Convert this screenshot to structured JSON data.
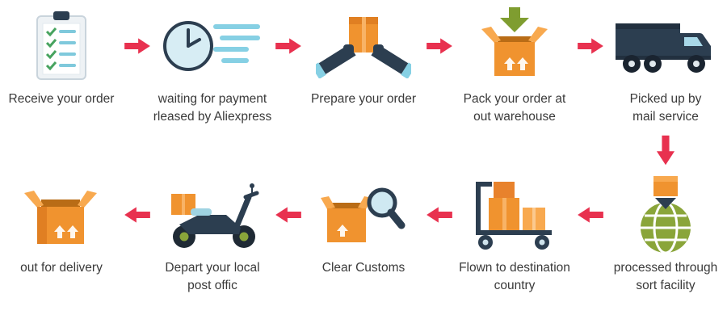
{
  "diagram": {
    "background": "#ffffff",
    "arrow_color": "#e8314f",
    "colors": {
      "box_orange": "#f0932f",
      "box_orange_light": "#f8a94f",
      "box_shadow_orange": "#b96c16",
      "navy": "#2c3e50",
      "teal_light": "#86d0e4",
      "olive_green": "#8aa53a",
      "check_green": "#47a35f"
    },
    "rows": [
      {
        "direction": "left-to-right",
        "steps": [
          {
            "icon": "clipboard-checklist-icon",
            "label": "Receive your order"
          },
          {
            "icon": "waiting-clock-icon",
            "label": "waiting for payment rleased by Aliexpress"
          },
          {
            "icon": "hands-holding-box-icon",
            "label": "Prepare your order"
          },
          {
            "icon": "pack-box-icon",
            "label": "Pack your order at out warehouse"
          },
          {
            "icon": "mail-truck-icon",
            "label": "Picked up by mail service"
          }
        ]
      },
      {
        "direction": "right-to-left",
        "steps": [
          {
            "icon": "open-box-icon",
            "label": "out for delivery"
          },
          {
            "icon": "delivery-scooter-icon",
            "label": "Depart your local post offic"
          },
          {
            "icon": "customs-magnifier-icon",
            "label": "Clear Customs"
          },
          {
            "icon": "cargo-trolley-icon",
            "label": "Flown to destination country"
          },
          {
            "icon": "globe-sort-icon",
            "label": "processed through sort facility"
          }
        ]
      }
    ]
  }
}
